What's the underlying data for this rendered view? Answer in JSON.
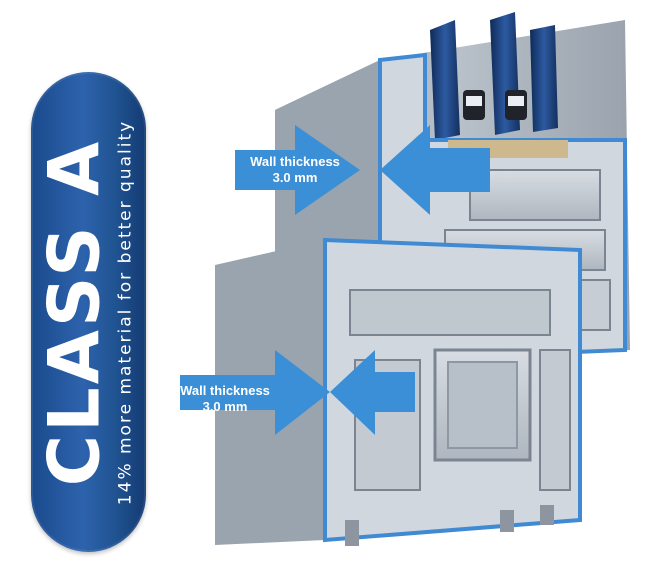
{
  "badge": {
    "title": "CLASS A",
    "subtitle": "14% more material for better quality"
  },
  "callouts": [
    {
      "label": "Wall thickness",
      "value": "3.0 mm"
    },
    {
      "label": "Wall thickness",
      "value": "3.0 mm"
    }
  ],
  "colors": {
    "badge_blue": "#1f5aa6",
    "arrow_blue": "#3b8fd6",
    "profile_grey": "#a7b0ba",
    "glass_blue": "#1d3f7a"
  }
}
